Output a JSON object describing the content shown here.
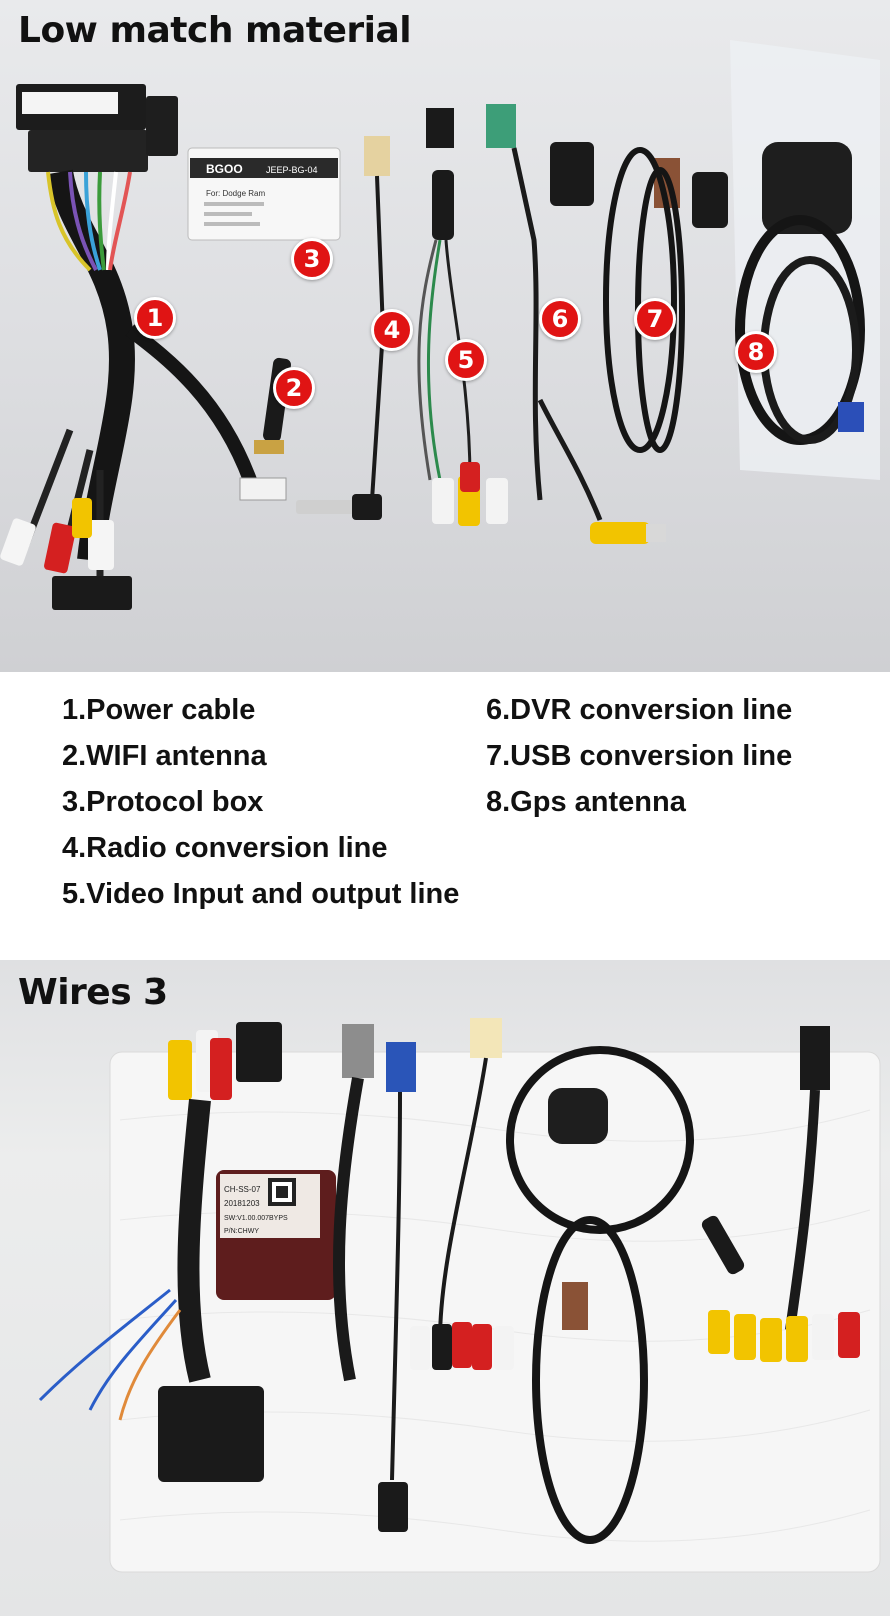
{
  "sections": {
    "top_title": "Low match material",
    "bottom_title": "Wires 3"
  },
  "badges": [
    "1",
    "2",
    "3",
    "4",
    "5",
    "6",
    "7",
    "8"
  ],
  "legend": {
    "left": [
      "1.Power cable",
      "2.WIFI antenna",
      "3.Protocol box",
      "4.Radio conversion line",
      "5.Video Input and output line"
    ],
    "right": [
      "6.DVR conversion line",
      "7.USB conversion line",
      "8.Gps antenna"
    ]
  },
  "photo_labels": {
    "protocol_box_brand": "BGOO",
    "protocol_box_model": "JEEP-BG-04",
    "protocol_box_for": "For: Dodge Ram",
    "bottom_box_line1": "CH-SS-07",
    "bottom_box_line2": "20181203",
    "bottom_box_line3": "SW:V1.00.007BYPS",
    "bottom_box_line4": "P/N:CHWY"
  },
  "colors": {
    "badge": "#e01414",
    "cable": "#1a1a1a",
    "rca_red": "#d42020",
    "rca_yellow": "#f2c400",
    "rca_white": "#f3f3f3"
  }
}
